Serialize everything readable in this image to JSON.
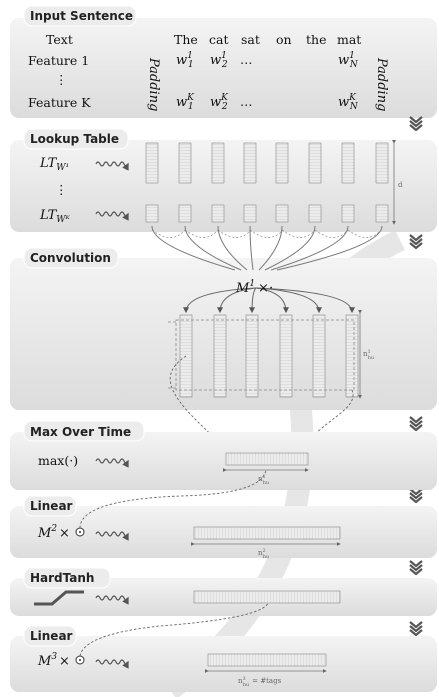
{
  "panels": {
    "input": {
      "title": "Input Sentence"
    },
    "lookup": {
      "title": "Lookup Table"
    },
    "conv": {
      "title": "Convolution"
    },
    "maxover": {
      "title": "Max Over Time"
    },
    "linear1": {
      "title": "Linear"
    },
    "hardtanh": {
      "title": "HardTanh"
    },
    "linear2": {
      "title": "Linear"
    }
  },
  "input": {
    "row_text": "Text",
    "row_f1": "Feature 1",
    "row_vdots": "⋮",
    "row_fk": "Feature K",
    "padding_left": "Padding",
    "padding_right": "Padding",
    "words": [
      "The",
      "cat",
      "sat",
      "on",
      "the",
      "mat"
    ],
    "f1": {
      "w1": "w",
      "sup": "1",
      "sub1": "1",
      "sub2": "2",
      "dots": "…",
      "subN": "N"
    },
    "fk": {
      "w": "w",
      "sup": "K",
      "sub1": "1",
      "sub2": "2",
      "dots": "…",
      "subN": "N"
    }
  },
  "lookup": {
    "lt1": "LT",
    "lt1_sub": "W¹",
    "ltk": "LT",
    "ltk_sub": "Wᴷ",
    "vdots": "⋮",
    "dim": "d"
  },
  "conv": {
    "op": "M",
    "op_sup": "1",
    "times": "×·",
    "dim": "n",
    "dim_sup": "1",
    "dim_sub": "hu"
  },
  "maxover": {
    "op": "max(·)",
    "dim": "n",
    "dim_sup": "1",
    "dim_sub": "hu"
  },
  "linear1": {
    "op": "M",
    "op_sup": "2",
    "times": "×",
    "dim": "n",
    "dim_sup": "2",
    "dim_sub": "hu"
  },
  "linear2": {
    "op": "M",
    "op_sup": "3",
    "times": "×",
    "dim": "n",
    "dim_sup": "3",
    "dim_sub": "hu",
    "dim_suffix": "= #tags"
  },
  "colors": {
    "panel_top": "#f2f2f2",
    "panel_bottom": "#dedede",
    "tab": "#ebebeb",
    "arrow": "#555555",
    "chevron": "#555555"
  },
  "icons": [
    "squiggle-arrow-icon",
    "hardtanh-curve-icon",
    "chevron-down-icon",
    "circle-dot-icon"
  ]
}
